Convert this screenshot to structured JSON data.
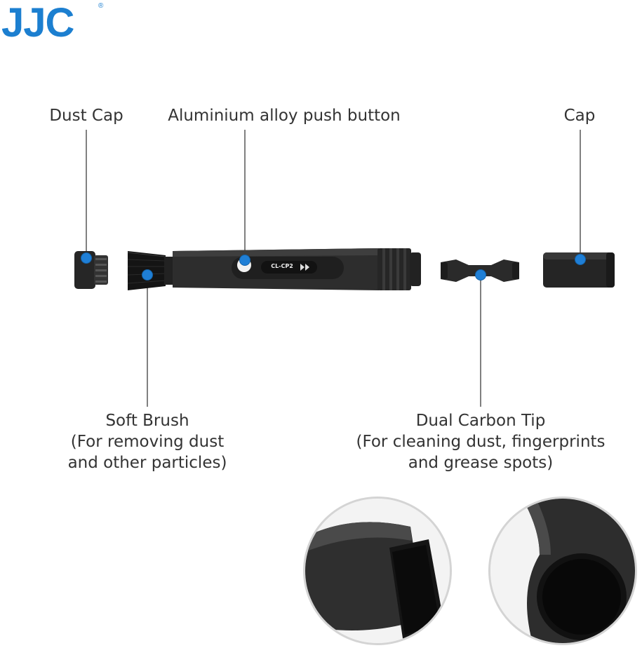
{
  "brand": {
    "logo_text": "JJC",
    "reg_mark": "®"
  },
  "labels": {
    "dust_cap": "Dust Cap",
    "push_button": "Aluminium alloy push button",
    "cap": "Cap",
    "soft_brush": [
      "Soft Brush",
      "(For removing dust",
      "and other particles)"
    ],
    "carbon_tip": [
      "Dual Carbon Tip",
      "(For cleaning dust, fingerprints",
      "and grease spots)"
    ]
  },
  "pen": {
    "model_text": "CL-CP2"
  },
  "colors": {
    "accent": "#1f7fd6",
    "brand": "#1c7fd0",
    "body": "#2b2b2b"
  }
}
